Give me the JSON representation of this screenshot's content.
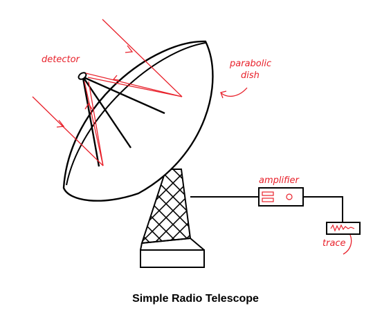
{
  "labels": {
    "detector": "detector",
    "dish_line1": "parabolic",
    "dish_line2": "dish",
    "amplifier": "amplifier",
    "trace": "trace"
  },
  "caption": "Simple Radio Telescope",
  "colors": {
    "annotation": "#e8202a",
    "line": "#000000",
    "background": "#ffffff"
  }
}
